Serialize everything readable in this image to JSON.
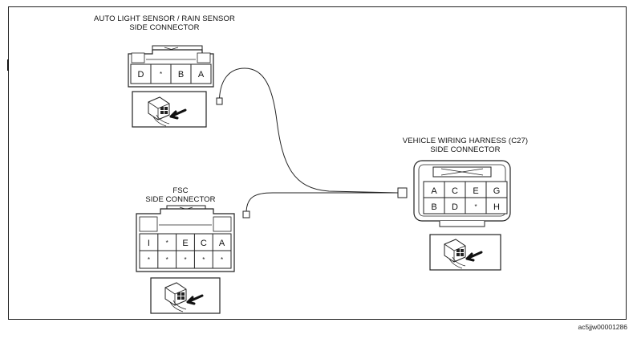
{
  "connectors": {
    "auto_light": {
      "title_line1": "AUTO LIGHT SENSOR / RAIN SENSOR",
      "title_line2": "SIDE CONNECTOR",
      "pins": [
        "D",
        "*",
        "B",
        "A"
      ]
    },
    "fsc": {
      "title_line1": "FSC",
      "title_line2": "SIDE CONNECTOR",
      "top_pins": [
        "I",
        "*",
        "E",
        "C",
        "A"
      ],
      "bottom_pins": [
        "*",
        "*",
        "*",
        "*",
        "*"
      ]
    },
    "harness": {
      "title_line1": "VEHICLE WIRING HARNESS (C27)",
      "title_line2": "SIDE CONNECTOR",
      "top_pins": [
        "A",
        "C",
        "E",
        "G"
      ],
      "bottom_pins": [
        "B",
        "D",
        "*",
        "H"
      ]
    }
  },
  "figure_code": "ac5jjw00001286"
}
